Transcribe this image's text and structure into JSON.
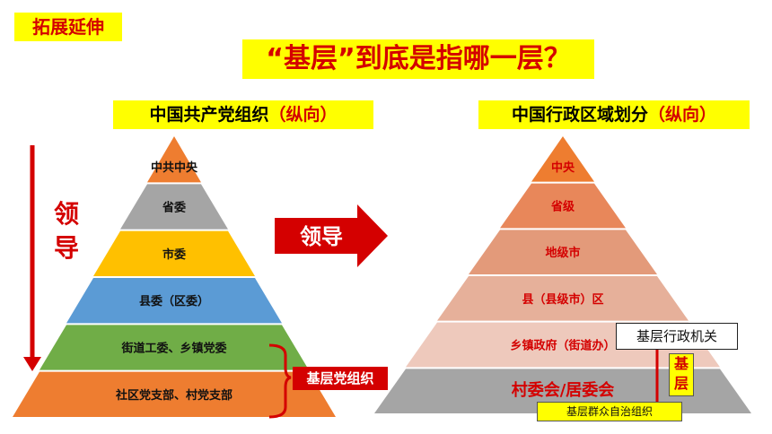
{
  "extension_tag": "拓展延伸",
  "main_title": "“基层”到底是指哪一层？",
  "left": {
    "title": "中国共产党组织",
    "subtitle": "（纵向）",
    "lead_text": "领导",
    "levels": [
      {
        "label": "中共中央",
        "color": "#ee7d30"
      },
      {
        "label": "省委",
        "color": "#a5a5a5"
      },
      {
        "label": "市委",
        "color": "#ffc000"
      },
      {
        "label": "县委（区委）",
        "color": "#5b9bd5"
      },
      {
        "label": "街道工委、乡镇党委",
        "color": "#70ad47"
      },
      {
        "label": "社区党支部、村党支部",
        "color": "#ee7d30"
      }
    ],
    "grassroots_label": "基层党组织"
  },
  "arrow_label": "领导",
  "right": {
    "title": "中国行政区域划分",
    "subtitle": "（纵向）",
    "levels": [
      {
        "label": "中央",
        "color": "#ee7d30"
      },
      {
        "label": "省级",
        "color": "#e8875a"
      },
      {
        "label": "地级市",
        "color": "#e39a7a"
      },
      {
        "label": "县（县级市）区",
        "color": "#e6b09a"
      },
      {
        "label": "乡镇政府（街道办）",
        "color": "#eec9bc"
      },
      {
        "label": "村委会/居委会",
        "color": "#a5a5a5"
      }
    ],
    "admin_label": "基层行政机关",
    "grassroots_vertical": "基层",
    "autonomy_label": "基层群众自治组织"
  },
  "colors": {
    "accent_red": "#d40000",
    "highlight": "#ffff00"
  }
}
